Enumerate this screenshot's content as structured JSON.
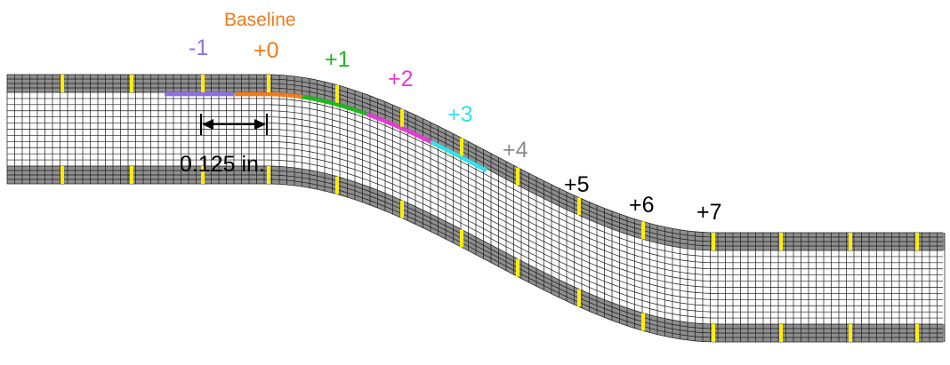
{
  "diagram": {
    "baseline_label": "Baseline",
    "dimension_label": "0.125 in.",
    "position_labels": [
      {
        "text": "-1",
        "color": "#8f6fe6"
      },
      {
        "text": "+0",
        "color": "#f07a1c"
      },
      {
        "text": "+1",
        "color": "#22b522"
      },
      {
        "text": "+2",
        "color": "#e63ad6"
      },
      {
        "text": "+3",
        "color": "#33e0ec"
      },
      {
        "text": "+4",
        "color": "#8c8c8c"
      },
      {
        "text": "+5",
        "color": "#000000"
      },
      {
        "text": "+6",
        "color": "#000000"
      },
      {
        "text": "+7",
        "color": "#000000"
      }
    ],
    "colors": {
      "baseline_label": "#f07a1c",
      "marker": "#ffee00",
      "band_fill": "#8e8e8e",
      "mesh_line": "#1a1a1a",
      "core_fill": "#ffffff",
      "dimension_line": "#000000"
    }
  }
}
